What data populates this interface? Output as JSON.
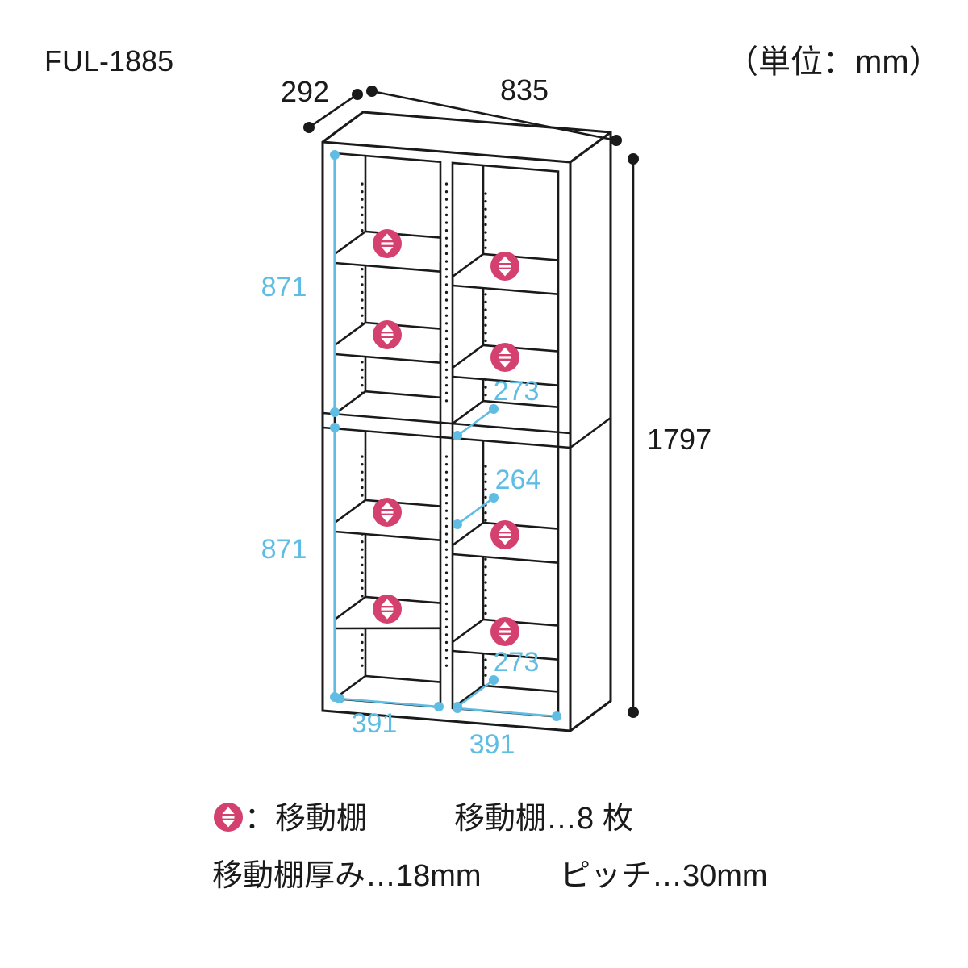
{
  "header": {
    "model": "FUL-1885",
    "unit_note": "（単位：mm）"
  },
  "dimensions": {
    "depth": "292",
    "width": "835",
    "height": "1797",
    "upper_section_height": "871",
    "lower_section_height": "871",
    "upper_right_inner": "273",
    "middle_right_inner": "264",
    "lower_right_inner": "273",
    "left_column_inner_width": "391",
    "right_column_inner_width": "391"
  },
  "legend": {
    "icon_meaning": "：移動棚",
    "shelf_count": "移動棚…8 枚",
    "shelf_thickness": "移動棚厚み…18mm",
    "pitch": "ピッチ…30mm"
  },
  "colors": {
    "line": "#1a1a1a",
    "dimension_accent": "#5fbde4",
    "movable_shelf_icon": "#d5416f"
  }
}
